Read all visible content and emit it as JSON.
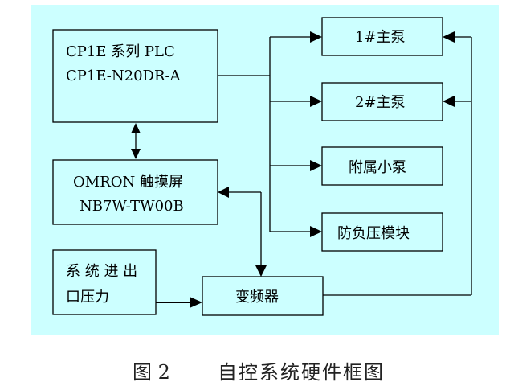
{
  "diagram": {
    "background_color": "#ccffff",
    "nodes": {
      "plc": {
        "line1": "CP1E 系列 PLC",
        "line2": "CP1E-N20DR-A"
      },
      "hmi": {
        "line1": "OMRON  触摸屏",
        "line2": "NB7W-TW00B"
      },
      "pressure": {
        "line1": "系 统 进 出",
        "line2": "口压力"
      },
      "vfd": {
        "label": "变频器"
      },
      "pump1": {
        "label": "1#主泵"
      },
      "pump2": {
        "label": "2#主泵"
      },
      "aux_pump": {
        "label": "附属小泵"
      },
      "anti_neg": {
        "label": "防负压模块"
      }
    },
    "edges": [
      {
        "from": "plc",
        "to": "hmi",
        "type": "bidirectional"
      },
      {
        "from": "plc",
        "to": "pump1",
        "type": "directed"
      },
      {
        "from": "plc",
        "to": "pump2",
        "type": "directed"
      },
      {
        "from": "plc",
        "to": "aux_pump",
        "type": "directed"
      },
      {
        "from": "plc",
        "to": "anti_neg",
        "type": "directed"
      },
      {
        "from": "hmi",
        "to": "vfd",
        "type": "bidirectional"
      },
      {
        "from": "pressure",
        "to": "vfd",
        "type": "directed"
      },
      {
        "from": "vfd",
        "to": "pump1",
        "type": "directed"
      },
      {
        "from": "vfd",
        "to": "pump2",
        "type": "directed"
      }
    ]
  },
  "caption": {
    "figure_no": "图 2",
    "title": "自控系统硬件框图"
  }
}
